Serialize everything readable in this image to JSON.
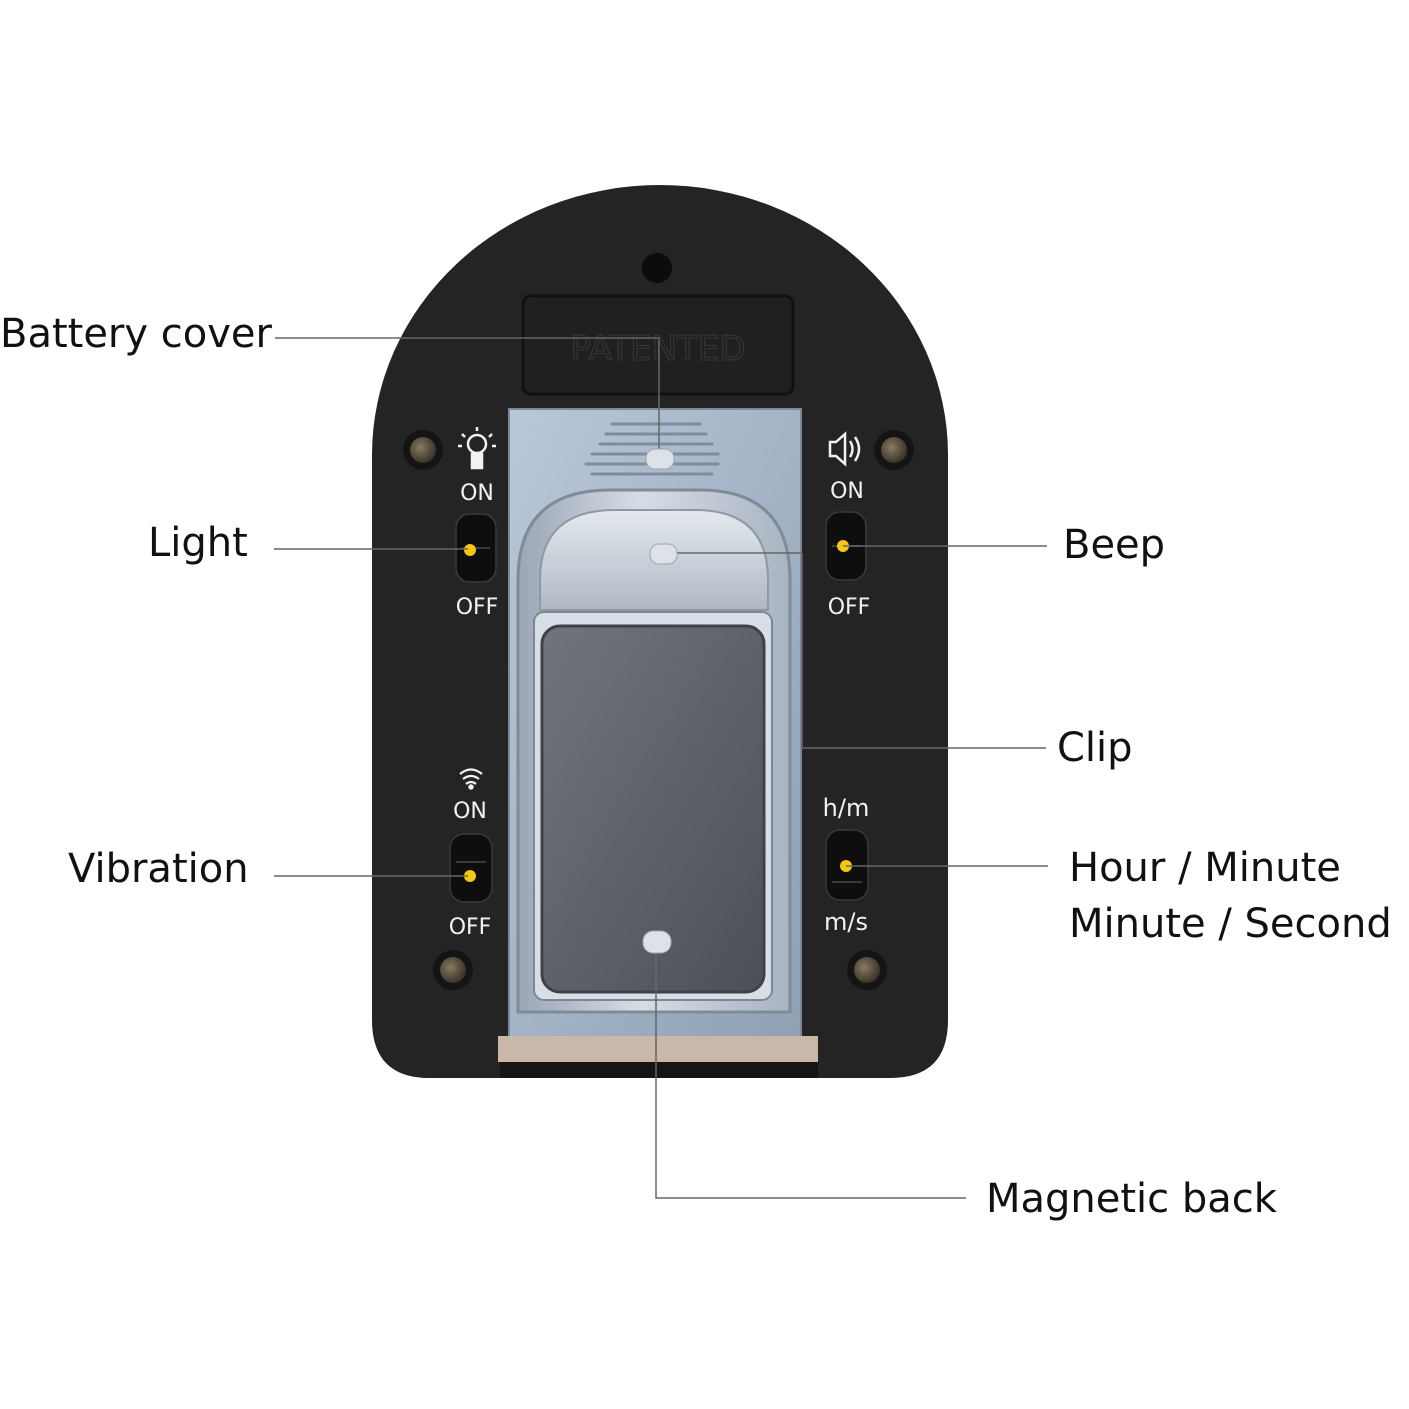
{
  "callouts": {
    "battery_cover": "Battery cover",
    "light": "Light",
    "vibration": "Vibration",
    "beep": "Beep",
    "clip": "Clip",
    "hour_minute": "Hour / Minute",
    "minute_second": "Minute / Second",
    "magnetic_back": "Magnetic back"
  },
  "device": {
    "embossed": "PATENTED",
    "light_switch": {
      "on": "ON",
      "off": "OFF",
      "icon": "bulb-icon"
    },
    "beep_switch": {
      "on": "ON",
      "off": "OFF",
      "icon": "speaker-icon"
    },
    "vibration_switch": {
      "on": "ON",
      "off": "OFF",
      "icon": "vibration-icon"
    },
    "time_switch": {
      "top": "h/m",
      "bottom": "m/s"
    }
  },
  "colors": {
    "body": "#242424",
    "clip_silver": "#b8c4d2",
    "magnet": "#5a5e64",
    "switch_knob": "#f5c518",
    "leader_line": "#666666",
    "marker": "#dde2e8"
  }
}
